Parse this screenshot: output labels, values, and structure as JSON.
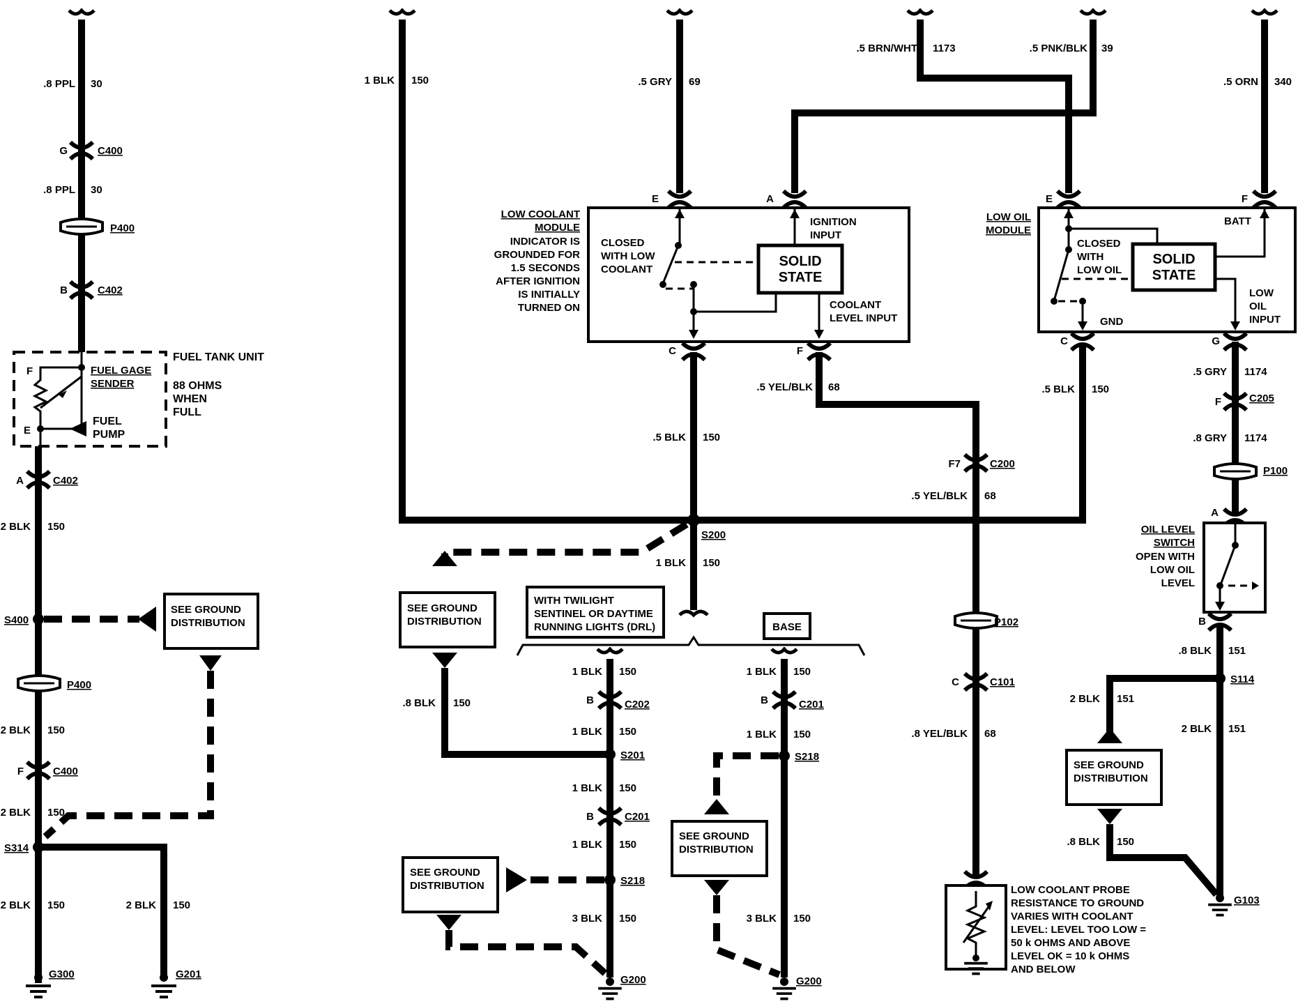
{
  "fuel_tank_circuit": {
    "w_top": ".8 PPL",
    "w_top_num": "30",
    "c400_pin": "G",
    "c400": "C400",
    "w_mid": ".8 PPL",
    "w_mid_num": "30",
    "p400": "P400",
    "c402_pin": "B",
    "c402": "C402",
    "unit_title": "FUEL TANK UNIT",
    "unit_desc": [
      "88 OHMS",
      "WHEN",
      "FULL"
    ],
    "sender": [
      "FUEL GAGE",
      "SENDER"
    ],
    "pump": [
      "FUEL",
      "PUMP"
    ],
    "pin_f": "F",
    "pin_e": "E",
    "c402b_pin": "A",
    "c402b": "C402",
    "w_a": "2 BLK",
    "w_a_num": "150",
    "s400": "S400",
    "ground_ref": [
      "SEE GROUND",
      "DISTRIBUTION"
    ],
    "p400b": "P400",
    "w_b": "2 BLK",
    "w_b_num": "150",
    "c400b_pin": "F",
    "c400b": "C400",
    "w_c": "2 BLK",
    "w_c_num": "150",
    "s314": "S314",
    "w_d": "2 BLK",
    "w_d_num": "150",
    "w_e": "2 BLK",
    "w_e_num": "150",
    "g300": "G300",
    "g201": "G201"
  },
  "top_wires": {
    "w150": "1 BLK",
    "w150_num": "150",
    "w69": ".5 GRY",
    "w69_num": "69",
    "w1173": ".5 BRN/WHT",
    "w1173_num": "1173",
    "w39": ".5 PNK/BLK",
    "w39_num": "39",
    "w340": ".5 ORN",
    "w340_num": "340"
  },
  "low_coolant_module": {
    "title": [
      "LOW COOLANT",
      "MODULE"
    ],
    "note": [
      "INDICATOR IS",
      "GROUNDED FOR",
      "1.5 SECONDS",
      "AFTER IGNITION",
      "IS INITIALLY",
      "TURNED ON"
    ],
    "switch": [
      "CLOSED",
      "WITH LOW",
      "COOLANT"
    ],
    "solid_state": [
      "SOLID",
      "STATE"
    ],
    "ignition": [
      "IGNITION",
      "INPUT"
    ],
    "coolant_level": [
      "COOLANT",
      "LEVEL INPUT"
    ],
    "pin_e": "E",
    "pin_a": "A",
    "pin_c": "C",
    "pin_f": "F"
  },
  "low_oil_module": {
    "title": [
      "LOW OIL",
      "MODULE"
    ],
    "switch": [
      "CLOSED",
      "WITH",
      "LOW OIL"
    ],
    "solid_state": [
      "SOLID",
      "STATE"
    ],
    "batt": "BATT",
    "gnd": "GND",
    "low_oil_input": [
      "LOW",
      "OIL",
      "INPUT"
    ],
    "pin_e": "E",
    "pin_f": "F",
    "pin_c": "C",
    "pin_g": "G"
  },
  "center": {
    "w_c": ".5 BLK",
    "w_c_num": "150",
    "w_f": ".5 YEL/BLK",
    "w_f_num": "68",
    "w_oil_c": ".5 BLK",
    "w_oil_c_num": "150",
    "s200": "S200",
    "w_s200": "1 BLK",
    "w_s200_num": "150",
    "ground_ref_a": [
      "SEE GROUND",
      "DISTRIBUTION"
    ],
    "w_gd": ".8 BLK",
    "w_gd_num": "150",
    "drl_label": [
      "WITH TWILIGHT",
      "SENTINEL OR DAYTIME",
      "RUNNING LIGHTS (DRL)"
    ],
    "base_label": "BASE",
    "drl_w1": "1 BLK",
    "drl_w1_num": "150",
    "c202_pin": "B",
    "c202": "C202",
    "drl_w2": "1 BLK",
    "drl_w2_num": "150",
    "s201": "S201",
    "drl_w3": "1 BLK",
    "drl_w3_num": "150",
    "c201_pin": "B",
    "c201": "C201",
    "drl_w4": "1 BLK",
    "drl_w4_num": "150",
    "s218": "S218",
    "drl_w5": "3 BLK",
    "drl_w5_num": "150",
    "ground_ref_b": [
      "SEE GROUND",
      "DISTRIBUTION"
    ],
    "g200": "G200",
    "base_w1": "1 BLK",
    "base_w1_num": "150",
    "base_c201_pin": "B",
    "base_c201": "C201",
    "base_w2": "1 BLK",
    "base_w2_num": "150",
    "base_s218": "S218",
    "ground_ref_c": [
      "SEE GROUND",
      "DISTRIBUTION"
    ],
    "base_w3": "3 BLK",
    "base_w3_num": "150",
    "base_g200": "G200"
  },
  "coolant_probe": {
    "c200_pin": "F7",
    "c200": "C200",
    "w_a": ".5 YEL/BLK",
    "w_a_num": "68",
    "p102": "P102",
    "c101_pin": "C",
    "c101": "C101",
    "w_b": ".8 YEL/BLK",
    "w_b_num": "68",
    "probe_desc": [
      "LOW COOLANT PROBE",
      "RESISTANCE TO GROUND",
      "VARIES WITH COOLANT",
      "LEVEL:  LEVEL TOO LOW =",
      "50 k OHMS AND ABOVE",
      "LEVEL OK  =  10 k OHMS",
      "AND BELOW"
    ]
  },
  "oil_level": {
    "w_g": ".5 GRY",
    "w_g_num": "1174",
    "c205_pin": "F",
    "c205": "C205",
    "w_h": ".8 GRY",
    "w_h_num": "1174",
    "p100": "P100",
    "pin_a": "A",
    "pin_b": "B",
    "switch_title": [
      "OIL LEVEL",
      "SWITCH"
    ],
    "switch_desc": [
      "OPEN WITH",
      "LOW OIL",
      "LEVEL"
    ],
    "w_b": ".8 BLK",
    "w_b_num": "151",
    "s114": "S114",
    "w_l": "2 BLK",
    "w_l_num": "151",
    "w_r": "2 BLK",
    "w_r_num": "151",
    "ground_ref": [
      "SEE GROUND",
      "DISTRIBUTION"
    ],
    "w_gd": ".8 BLK",
    "w_gd_num": "150",
    "g103": "G103"
  }
}
